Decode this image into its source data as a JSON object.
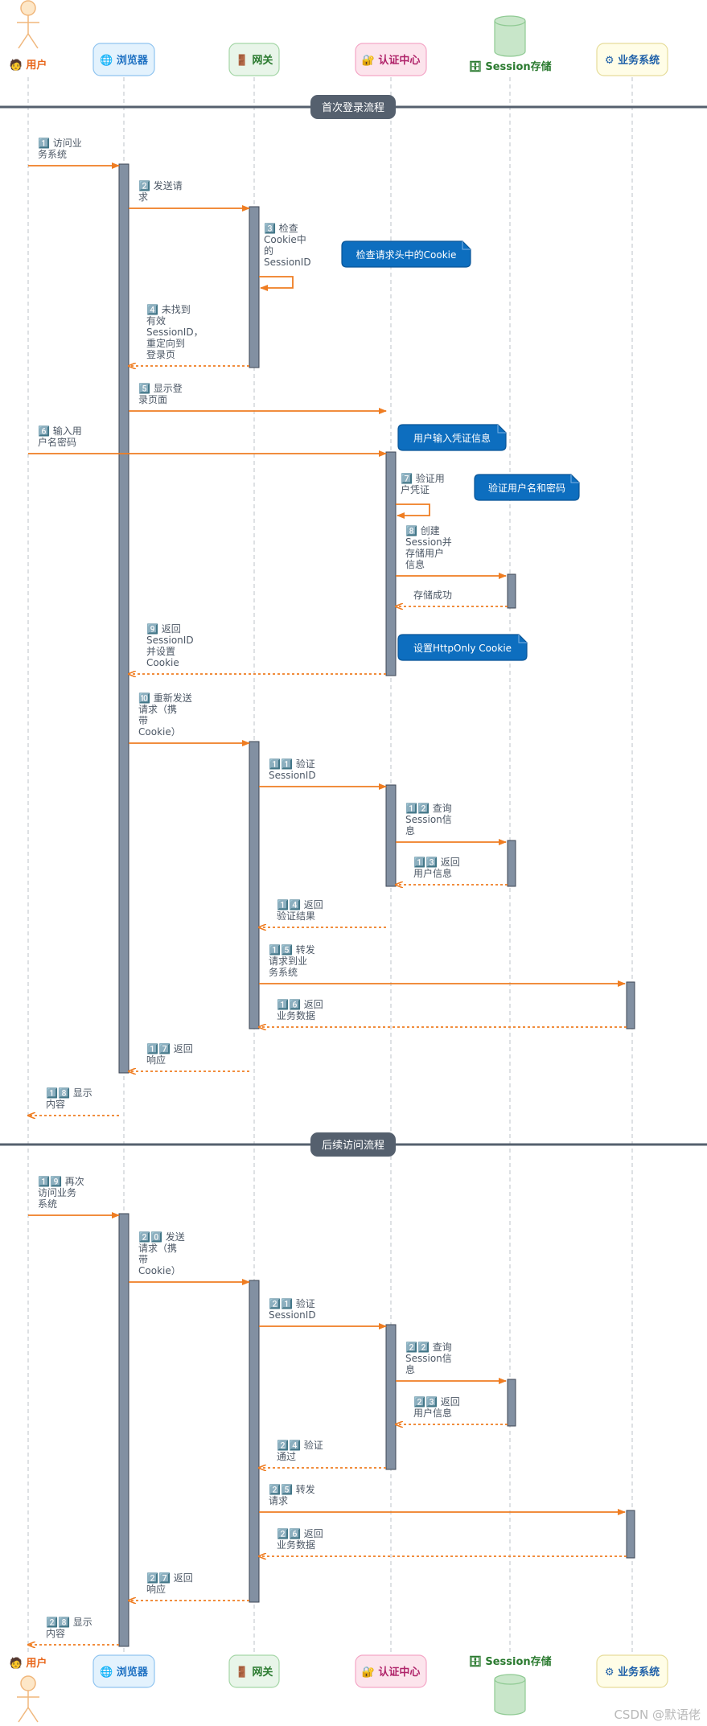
{
  "participants": [
    {
      "id": "user",
      "label": "🧑 用户",
      "kind": "actor",
      "color": "#e8671c",
      "fill": "#fde7c8",
      "stroke": "#f0b77c"
    },
    {
      "id": "browser",
      "label": "🌐 浏览器",
      "kind": "box",
      "color": "#1d70c2",
      "fill": "#e3f2fd",
      "stroke": "#90c4f0"
    },
    {
      "id": "gateway",
      "label": "🚪 网关",
      "kind": "box",
      "color": "#2a7a2f",
      "fill": "#e8f5e9",
      "stroke": "#a5d6a7"
    },
    {
      "id": "auth",
      "label": "🔐 认证中心",
      "kind": "box",
      "color": "#b0246a",
      "fill": "#fce4ec",
      "stroke": "#f4a6c6"
    },
    {
      "id": "session",
      "label": "🗄 Session存储",
      "kind": "database",
      "color": "#2a7a2f",
      "fill": "#c8e6c9",
      "stroke": "#8fca93"
    },
    {
      "id": "biz",
      "label": "⚙ 业务系统",
      "kind": "box",
      "color": "#1d5fa8",
      "fill": "#fffde7",
      "stroke": "#e6dc9a"
    }
  ],
  "sections": [
    {
      "title": "首次登录流程"
    },
    {
      "title": "后续访问流程"
    }
  ],
  "messages": [
    {
      "n": "1",
      "from": "user",
      "to": "browser",
      "lines": [
        "1️⃣ 访问业",
        "务系统"
      ],
      "dashed": false
    },
    {
      "n": "2",
      "from": "browser",
      "to": "gateway",
      "lines": [
        "2️⃣ 发送请",
        "求"
      ],
      "dashed": false
    },
    {
      "n": "3",
      "from": "gateway",
      "to": "gateway",
      "lines": [
        "3️⃣ 检查",
        "Cookie中",
        "的",
        "SessionID"
      ],
      "dashed": false
    },
    {
      "n": "4",
      "from": "gateway",
      "to": "browser",
      "lines": [
        "4️⃣ 未找到",
        "有效",
        "SessionID，",
        "重定向到",
        "登录页"
      ],
      "dashed": true
    },
    {
      "n": "5",
      "from": "browser",
      "to": "auth",
      "lines": [
        "5️⃣ 显示登",
        "录页面"
      ],
      "dashed": false
    },
    {
      "n": "6",
      "from": "user",
      "to": "auth",
      "lines": [
        "6️⃣ 输入用",
        "户名密码"
      ],
      "dashed": false
    },
    {
      "n": "7",
      "from": "auth",
      "to": "auth",
      "lines": [
        "7️⃣ 验证用",
        "户凭证"
      ],
      "dashed": false
    },
    {
      "n": "8",
      "from": "auth",
      "to": "session",
      "lines": [
        "8️⃣ 创建",
        "Session并",
        "存储用户",
        "信息"
      ],
      "dashed": false
    },
    {
      "n": "s",
      "from": "session",
      "to": "auth",
      "lines": [
        "存储成功"
      ],
      "dashed": true
    },
    {
      "n": "9",
      "from": "auth",
      "to": "browser",
      "lines": [
        "9️⃣ 返回",
        "SessionID",
        "并设置",
        "Cookie"
      ],
      "dashed": true
    },
    {
      "n": "10",
      "from": "browser",
      "to": "gateway",
      "lines": [
        "🔟 重新发送",
        "请求（携",
        "带",
        "Cookie）"
      ],
      "dashed": false
    },
    {
      "n": "11",
      "from": "gateway",
      "to": "auth",
      "lines": [
        "1️⃣1️⃣ 验证",
        "SessionID"
      ],
      "dashed": false
    },
    {
      "n": "12",
      "from": "auth",
      "to": "session",
      "lines": [
        "1️⃣2️⃣ 查询",
        "Session信",
        "息"
      ],
      "dashed": false
    },
    {
      "n": "13",
      "from": "session",
      "to": "auth",
      "lines": [
        "1️⃣3️⃣ 返回",
        "用户信息"
      ],
      "dashed": true
    },
    {
      "n": "14",
      "from": "auth",
      "to": "gateway",
      "lines": [
        "1️⃣4️⃣ 返回",
        "验证结果"
      ],
      "dashed": true
    },
    {
      "n": "15",
      "from": "gateway",
      "to": "biz",
      "lines": [
        "1️⃣5️⃣ 转发",
        "请求到业",
        "务系统"
      ],
      "dashed": false
    },
    {
      "n": "16",
      "from": "biz",
      "to": "gateway",
      "lines": [
        "1️⃣6️⃣ 返回",
        "业务数据"
      ],
      "dashed": true
    },
    {
      "n": "17",
      "from": "gateway",
      "to": "browser",
      "lines": [
        "1️⃣7️⃣ 返回",
        "响应"
      ],
      "dashed": true
    },
    {
      "n": "18",
      "from": "browser",
      "to": "user",
      "lines": [
        "1️⃣8️⃣ 显示",
        "内容"
      ],
      "dashed": true
    },
    {
      "n": "19",
      "from": "user",
      "to": "browser",
      "lines": [
        "1️⃣9️⃣ 再次",
        "访问业务",
        "系统"
      ],
      "dashed": false
    },
    {
      "n": "20",
      "from": "browser",
      "to": "gateway",
      "lines": [
        "2️⃣0️⃣ 发送",
        "请求（携",
        "带",
        "Cookie）"
      ],
      "dashed": false
    },
    {
      "n": "21",
      "from": "gateway",
      "to": "auth",
      "lines": [
        "2️⃣1️⃣ 验证",
        "SessionID"
      ],
      "dashed": false
    },
    {
      "n": "22",
      "from": "auth",
      "to": "session",
      "lines": [
        "2️⃣2️⃣ 查询",
        "Session信",
        "息"
      ],
      "dashed": false
    },
    {
      "n": "23",
      "from": "session",
      "to": "auth",
      "lines": [
        "2️⃣3️⃣ 返回",
        "用户信息"
      ],
      "dashed": true
    },
    {
      "n": "24",
      "from": "auth",
      "to": "gateway",
      "lines": [
        "2️⃣4️⃣ 验证",
        "通过"
      ],
      "dashed": true
    },
    {
      "n": "25",
      "from": "gateway",
      "to": "biz",
      "lines": [
        "2️⃣5️⃣ 转发",
        "请求"
      ],
      "dashed": false
    },
    {
      "n": "26",
      "from": "biz",
      "to": "gateway",
      "lines": [
        "2️⃣6️⃣ 返回",
        "业务数据"
      ],
      "dashed": true
    },
    {
      "n": "27",
      "from": "gateway",
      "to": "browser",
      "lines": [
        "2️⃣7️⃣ 返回",
        "响应"
      ],
      "dashed": true
    },
    {
      "n": "28",
      "from": "browser",
      "to": "user",
      "lines": [
        "2️⃣8️⃣ 显示",
        "内容"
      ],
      "dashed": true
    }
  ],
  "notes": [
    {
      "text": "检查请求头中的Cookie",
      "near": "3"
    },
    {
      "text": "用户输入凭证信息",
      "near": "6"
    },
    {
      "text": "验证用户名和密码",
      "near": "7"
    },
    {
      "text": "设置HttpOnly Cookie",
      "near": "9"
    }
  ],
  "colors": {
    "arrow": "#ef7d22",
    "lifeline": "#c9cdd3",
    "activation_fill": "#8290a2",
    "activation_stroke": "#3c4654",
    "section_fill": "#55606e",
    "note_fill": "#0d6ebf",
    "note_stroke": "#0a5597",
    "label_text": "#4d5866"
  },
  "watermark": "CSDN @默语佬"
}
